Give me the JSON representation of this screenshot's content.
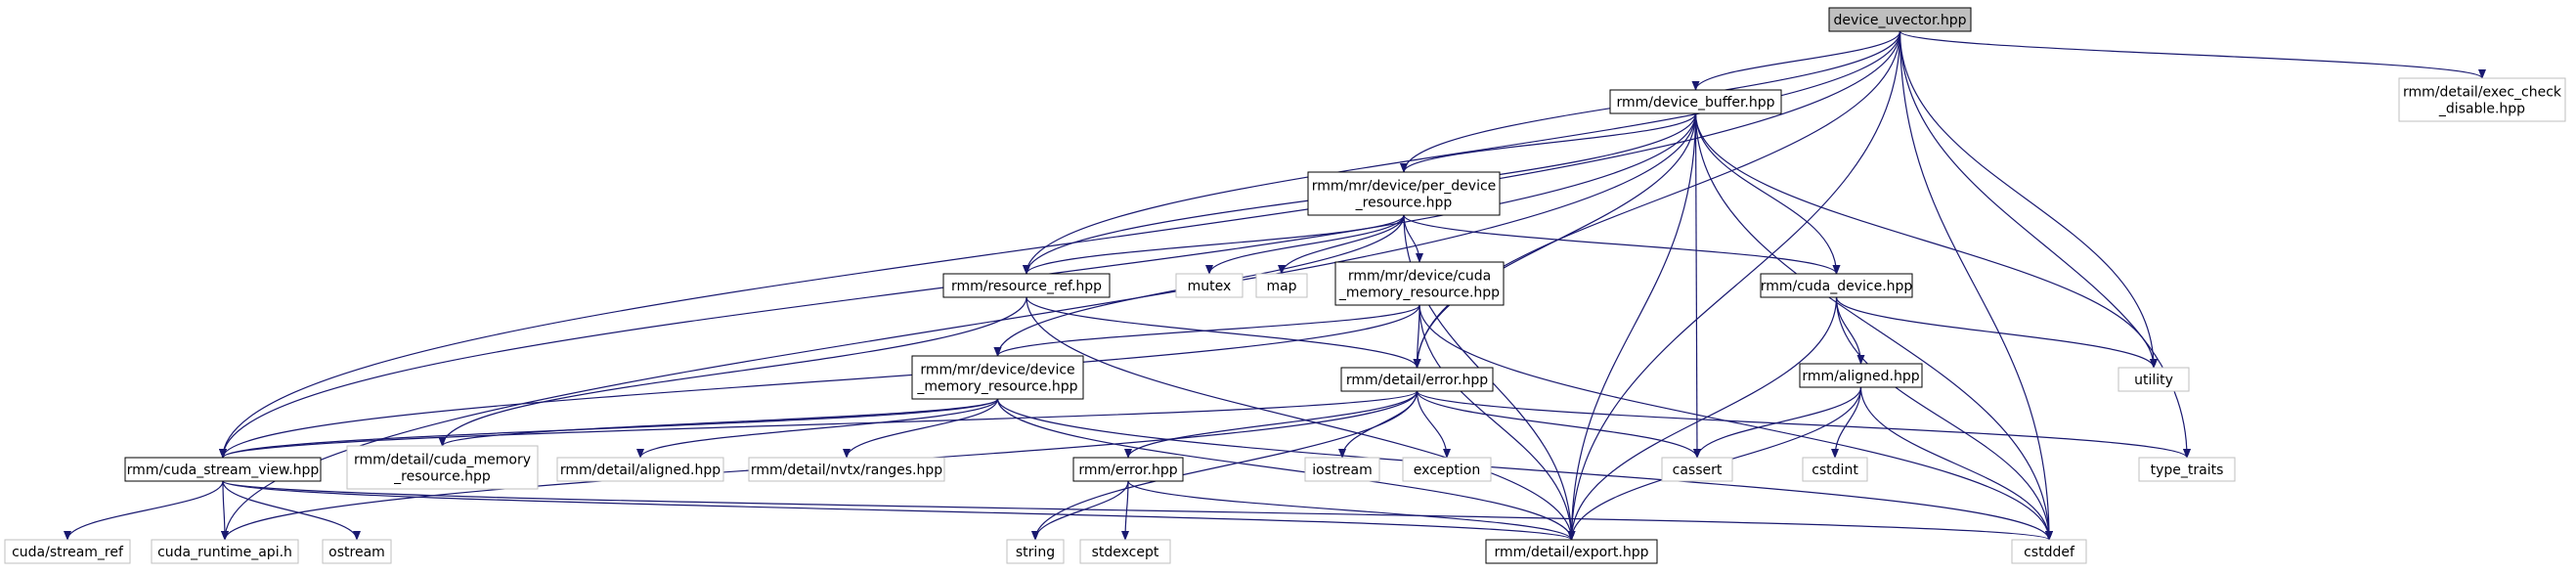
{
  "colors": {
    "edge": "#191970",
    "main_node_fill": "#bfbfbf",
    "local_node_border": "#000000",
    "external_node_border": "#bfbfbf"
  },
  "nodes": {
    "device_uvector": {
      "lines": [
        "device_uvector.hpp"
      ],
      "kind": "main"
    },
    "device_buffer": {
      "lines": [
        "rmm/device_buffer.hpp"
      ],
      "kind": "local"
    },
    "exec_check": {
      "lines": [
        "rmm/detail/exec_check",
        "_disable.hpp"
      ],
      "kind": "external"
    },
    "per_device": {
      "lines": [
        "rmm/mr/device/per_device",
        "_resource.hpp"
      ],
      "kind": "local"
    },
    "resource_ref": {
      "lines": [
        "rmm/resource_ref.hpp"
      ],
      "kind": "local"
    },
    "mutex": {
      "lines": [
        "mutex"
      ],
      "kind": "external"
    },
    "map": {
      "lines": [
        "map"
      ],
      "kind": "external"
    },
    "cuda_memory_resource": {
      "lines": [
        "rmm/mr/device/cuda",
        "_memory_resource.hpp"
      ],
      "kind": "local"
    },
    "cuda_device": {
      "lines": [
        "rmm/cuda_device.hpp"
      ],
      "kind": "local"
    },
    "device_memory_resource": {
      "lines": [
        "rmm/mr/device/device",
        "_memory_resource.hpp"
      ],
      "kind": "local"
    },
    "detail_error": {
      "lines": [
        "rmm/detail/error.hpp"
      ],
      "kind": "local"
    },
    "aligned": {
      "lines": [
        "rmm/aligned.hpp"
      ],
      "kind": "local"
    },
    "utility": {
      "lines": [
        "utility"
      ],
      "kind": "external"
    },
    "cuda_stream_view": {
      "lines": [
        "rmm/cuda_stream_view.hpp"
      ],
      "kind": "local"
    },
    "detail_cuda_memory": {
      "lines": [
        "rmm/detail/cuda_memory",
        "_resource.hpp"
      ],
      "kind": "external"
    },
    "detail_aligned": {
      "lines": [
        "rmm/detail/aligned.hpp"
      ],
      "kind": "external"
    },
    "nvtx_ranges": {
      "lines": [
        "rmm/detail/nvtx/ranges.hpp"
      ],
      "kind": "external"
    },
    "error": {
      "lines": [
        "rmm/error.hpp"
      ],
      "kind": "local"
    },
    "iostream": {
      "lines": [
        "iostream"
      ],
      "kind": "external"
    },
    "exception": {
      "lines": [
        "exception"
      ],
      "kind": "external"
    },
    "cassert": {
      "lines": [
        "cassert"
      ],
      "kind": "external"
    },
    "cstdint": {
      "lines": [
        "cstdint"
      ],
      "kind": "external"
    },
    "type_traits": {
      "lines": [
        "type_traits"
      ],
      "kind": "external"
    },
    "stream_ref": {
      "lines": [
        "cuda/stream_ref"
      ],
      "kind": "external"
    },
    "cuda_runtime_api": {
      "lines": [
        "cuda_runtime_api.h"
      ],
      "kind": "external"
    },
    "ostream": {
      "lines": [
        "ostream"
      ],
      "kind": "external"
    },
    "string": {
      "lines": [
        "string"
      ],
      "kind": "external"
    },
    "stdexcept": {
      "lines": [
        "stdexcept"
      ],
      "kind": "external"
    },
    "export": {
      "lines": [
        "rmm/detail/export.hpp"
      ],
      "kind": "local"
    },
    "cstddef": {
      "lines": [
        "cstddef"
      ],
      "kind": "external"
    }
  },
  "edges": [
    [
      "device_uvector",
      "device_buffer"
    ],
    [
      "device_uvector",
      "exec_check"
    ],
    [
      "device_uvector",
      "per_device"
    ],
    [
      "device_uvector",
      "resource_ref"
    ],
    [
      "device_uvector",
      "detail_error"
    ],
    [
      "device_uvector",
      "utility"
    ],
    [
      "device_uvector",
      "type_traits"
    ],
    [
      "device_uvector",
      "cuda_stream_view"
    ],
    [
      "device_uvector",
      "export"
    ],
    [
      "device_uvector",
      "cstddef"
    ],
    [
      "device_buffer",
      "per_device"
    ],
    [
      "device_buffer",
      "resource_ref"
    ],
    [
      "device_buffer",
      "cuda_device"
    ],
    [
      "device_buffer",
      "detail_error"
    ],
    [
      "device_buffer",
      "cuda_stream_view"
    ],
    [
      "device_buffer",
      "cuda_runtime_api"
    ],
    [
      "device_buffer",
      "cassert"
    ],
    [
      "device_buffer",
      "utility"
    ],
    [
      "device_buffer",
      "export"
    ],
    [
      "device_buffer",
      "cstddef"
    ],
    [
      "per_device",
      "resource_ref"
    ],
    [
      "per_device",
      "mutex"
    ],
    [
      "per_device",
      "map"
    ],
    [
      "per_device",
      "cuda_memory_resource"
    ],
    [
      "per_device",
      "device_memory_resource"
    ],
    [
      "per_device",
      "cuda_device"
    ],
    [
      "per_device",
      "export"
    ],
    [
      "resource_ref",
      "detail_error"
    ],
    [
      "resource_ref",
      "detail_cuda_memory"
    ],
    [
      "resource_ref",
      "export"
    ],
    [
      "cuda_memory_resource",
      "device_memory_resource"
    ],
    [
      "cuda_memory_resource",
      "detail_error"
    ],
    [
      "cuda_memory_resource",
      "cuda_stream_view"
    ],
    [
      "cuda_memory_resource",
      "export"
    ],
    [
      "cuda_memory_resource",
      "cstddef"
    ],
    [
      "cuda_device",
      "aligned"
    ],
    [
      "cuda_device",
      "utility"
    ],
    [
      "cuda_device",
      "export"
    ],
    [
      "cuda_device",
      "cstddef"
    ],
    [
      "device_memory_resource",
      "cuda_stream_view"
    ],
    [
      "device_memory_resource",
      "detail_cuda_memory"
    ],
    [
      "device_memory_resource",
      "detail_aligned"
    ],
    [
      "device_memory_resource",
      "nvtx_ranges"
    ],
    [
      "device_memory_resource",
      "export"
    ],
    [
      "device_memory_resource",
      "cstddef"
    ],
    [
      "detail_error",
      "error"
    ],
    [
      "detail_error",
      "iostream"
    ],
    [
      "detail_error",
      "exception"
    ],
    [
      "detail_error",
      "cassert"
    ],
    [
      "detail_error",
      "type_traits"
    ],
    [
      "detail_error",
      "string"
    ],
    [
      "detail_error",
      "cuda_runtime_api"
    ],
    [
      "detail_error",
      "cuda_stream_view"
    ],
    [
      "aligned",
      "cassert"
    ],
    [
      "aligned",
      "cstdint"
    ],
    [
      "aligned",
      "cstddef"
    ],
    [
      "aligned",
      "export"
    ],
    [
      "cuda_stream_view",
      "stream_ref"
    ],
    [
      "cuda_stream_view",
      "cuda_runtime_api"
    ],
    [
      "cuda_stream_view",
      "ostream"
    ],
    [
      "cuda_stream_view",
      "export"
    ],
    [
      "cuda_stream_view",
      "cstddef"
    ],
    [
      "error",
      "string"
    ],
    [
      "error",
      "stdexcept"
    ],
    [
      "error",
      "export"
    ]
  ]
}
